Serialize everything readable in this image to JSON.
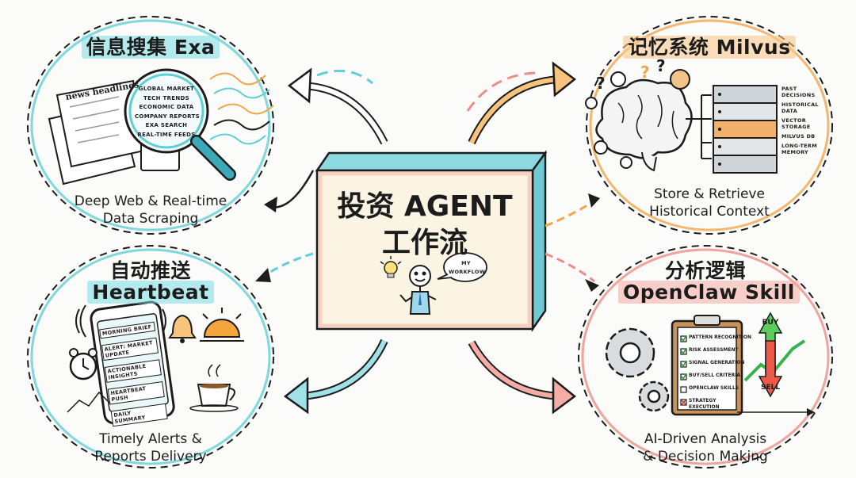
{
  "center": {
    "title_line1": "投资 AGENT",
    "title_line2": "工作流",
    "bubble": "MY\nWORKFLOW"
  },
  "top_left": {
    "title": "信息搜集 Exa",
    "subtitle_line1": "Deep Web & Real-time",
    "subtitle_line2": "Data Scraping",
    "newspaper_label": "news headlines",
    "magnifier_items": [
      "GLOBAL MARKET",
      "TECH TRENDS",
      "ECONOMIC DATA",
      "COMPANY REPORTS",
      "EXA SEARCH",
      "REAL-TIME FEEDS"
    ]
  },
  "top_right": {
    "title": "记忆系统 Milvus",
    "subtitle_line1": "Store & Retrieve",
    "subtitle_line2": "Historical Context",
    "server_labels": [
      "PAST\nDECISIONS",
      "HISTORICAL\nDATA",
      "VECTOR\nSTORAGE",
      "MILVUS DB",
      "LONG-TERM\nMEMORY"
    ]
  },
  "bottom_left": {
    "title_line1": "自动推送",
    "title_line2": "Heartbeat",
    "subtitle_line1": "Timely Alerts &",
    "subtitle_line2": "Reports Delivery",
    "phone_items": [
      "MORNING BRIEF",
      "ALERT: MARKET UPDATE",
      "ACTIONABLE INSIGHTS",
      "HEARTBEAT PUSH",
      "DAILY SUMMARY"
    ]
  },
  "bottom_right": {
    "title_line1": "分析逻辑",
    "title_line2": "OpenClaw Skill",
    "subtitle_line1": "AI-Driven Analysis",
    "subtitle_line2": "& Decision Making",
    "checklist": [
      "PATTERN RECOGNITION",
      "RISK ASSESSMENT",
      "SIGNAL GENERATION",
      "BUY/SELL CRITERIA",
      "OPENCLAW SKILLS",
      "STRATEGY\nEXECUTION"
    ],
    "buy_label": "BUY",
    "sell_label": "SELL"
  },
  "colors": {
    "cyan": "#5fcfd6",
    "orange": "#f2a54a",
    "pink": "#ec8e86",
    "board_face": "#fbf4e2",
    "board_side": "#86d6e0"
  }
}
